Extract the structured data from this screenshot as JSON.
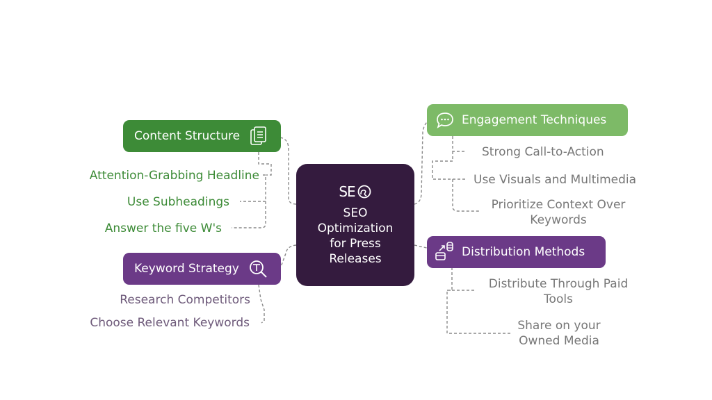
{
  "central": {
    "logo_text": "SE",
    "title_lines": [
      "SEO",
      "Optimization",
      "for Press",
      "Releases"
    ],
    "color": "#341b3e"
  },
  "branches": {
    "content_structure": {
      "label": "Content Structure",
      "icon": "document-copy-icon",
      "color": "#3d8b37",
      "text_color": "#3d8b37",
      "items": [
        "Attention-Grabbing Headline",
        "Use Subheadings",
        "Answer the five W's"
      ]
    },
    "keyword_strategy": {
      "label": "Keyword Strategy",
      "icon": "magnifier-text-icon",
      "color": "#6b3a87",
      "text_color": "#6e5a7a",
      "items": [
        "Research Competitors",
        "Choose Relevant Keywords"
      ]
    },
    "engagement_techniques": {
      "label": "Engagement Techniques",
      "icon": "chat-bubble-icon",
      "color": "#7dba67",
      "text_color": "#777777",
      "items": [
        "Strong Call-to-Action",
        "Use Visuals and Multimedia",
        "Prioritize Context Over",
        "Keywords"
      ]
    },
    "distribution_methods": {
      "label": "Distribution Methods",
      "icon": "database-transfer-icon",
      "color": "#6b3a87",
      "text_color": "#777777",
      "items": [
        "Distribute Through Paid",
        "Tools",
        "Share on your",
        "Owned Media"
      ]
    }
  }
}
